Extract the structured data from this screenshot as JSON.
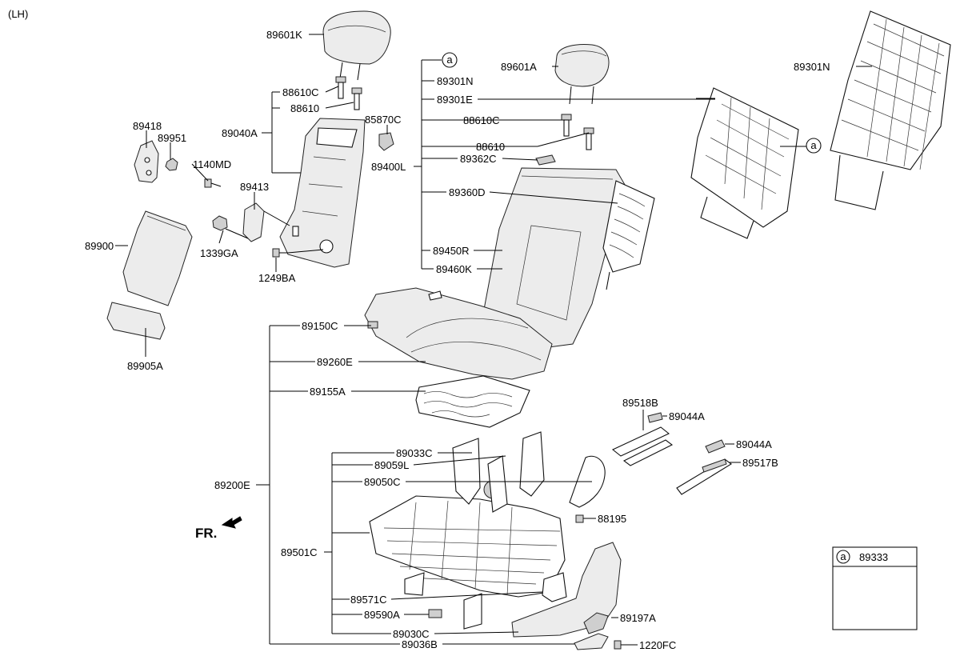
{
  "diagram": {
    "side_label": "(LH)",
    "front_indicator": "FR.",
    "callout_letter": "a",
    "inset": {
      "letter": "a",
      "part": "89333"
    },
    "parts": {
      "p89601K": "89601K",
      "p88610C_l": "88610C",
      "p88610_l": "88610",
      "p89040A": "89040A",
      "p89418": "89418",
      "p89951": "89951",
      "p1140MD": "1140MD",
      "p89413": "89413",
      "p85870C": "85870C",
      "p89900": "89900",
      "p1339GA": "1339GA",
      "p1249BA": "1249BA",
      "p89905A": "89905A",
      "p89301N_m": "89301N",
      "p89301E": "89301E",
      "p89601A": "89601A",
      "p88610C_r": "88610C",
      "p88610_r": "88610",
      "p89362C": "89362C",
      "p89400L": "89400L",
      "p89360D": "89360D",
      "p89450R": "89450R",
      "p89460K": "89460K",
      "p89301N_r": "89301N",
      "p89150C": "89150C",
      "p89260E": "89260E",
      "p89155A": "89155A",
      "p89200E": "89200E",
      "p89518B": "89518B",
      "p89044A_1": "89044A",
      "p89044A_2": "89044A",
      "p89517B": "89517B",
      "p89033C": "89033C",
      "p89059L": "89059L",
      "p89050C": "89050C",
      "p88195": "88195",
      "p89501C": "89501C",
      "p89571C": "89571C",
      "p89590A": "89590A",
      "p89197A": "89197A",
      "p89030C": "89030C",
      "p89036B": "89036B",
      "p1220FC": "1220FC"
    }
  }
}
